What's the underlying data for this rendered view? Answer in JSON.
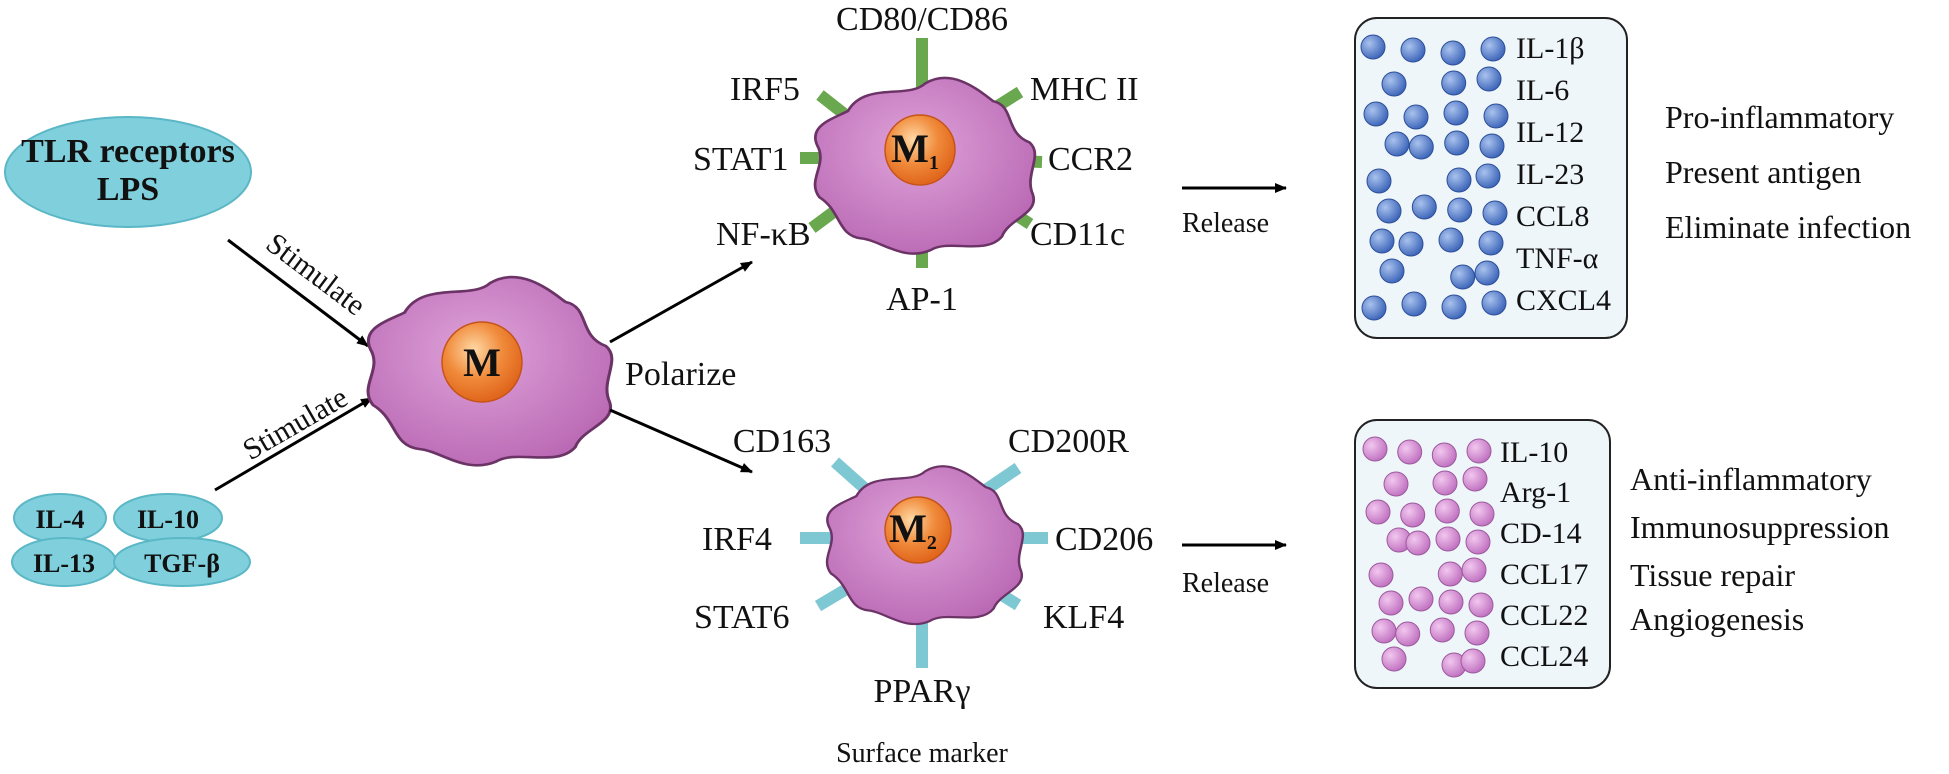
{
  "colors": {
    "receptor_fill": "#7fd0dc",
    "cell_fill": "#c67bc1",
    "cell_stroke": "#6b3366",
    "nucleus": "#ef7a2a",
    "m1_marker": "#6aa84f",
    "m2_marker": "#7ec8d3",
    "m1_dot": "#4a74c4",
    "m2_dot": "#cc82cc",
    "box_fill": "#eef6fa"
  },
  "stimuli": {
    "tlr_line1": "TLR receptors",
    "tlr_line2": "LPS",
    "il4": "IL-4",
    "il10": "IL-10",
    "il13": "IL-13",
    "tgfb": "TGF-β"
  },
  "arrows": {
    "stimulate_top": "Stimulate",
    "stimulate_bottom": "Stimulate",
    "polarize": "Polarize",
    "release_m1": "Release",
    "release_m2": "Release"
  },
  "cells": {
    "m0": "M",
    "m1": {
      "letter": "M",
      "sub": "1"
    },
    "m2": {
      "letter": "M",
      "sub": "2"
    }
  },
  "m1_markers": {
    "top": "CD80/CD86",
    "top_right": "MHC II",
    "top_left": "IRF5",
    "left": "STAT1",
    "right": "CCR2",
    "bottom_left": "NF-κB",
    "bottom_right": "CD11c",
    "bottom": "AP-1"
  },
  "m2_markers": {
    "top_left": "CD163",
    "top_right": "CD200R",
    "left": "IRF4",
    "right": "CD206",
    "bottom_left": "STAT6",
    "bottom_right": "KLF4",
    "bottom": "PPARγ"
  },
  "surface_marker_caption": "Surface marker",
  "m1_cytokines": [
    "IL-1β",
    "IL-6",
    "IL-12",
    "IL-23",
    "CCL8",
    "TNF-α",
    "CXCL4"
  ],
  "m2_cytokines": [
    "IL-10",
    "Arg-1",
    "CD-14",
    "CCL17",
    "CCL22",
    "CCL24"
  ],
  "m1_functions": [
    "Pro-inflammatory",
    "Present antigen",
    "Eliminate infection"
  ],
  "m2_functions": [
    "Anti-inflammatory",
    "Immunosuppression",
    "Tissue repair",
    "Angiogenesis"
  ]
}
